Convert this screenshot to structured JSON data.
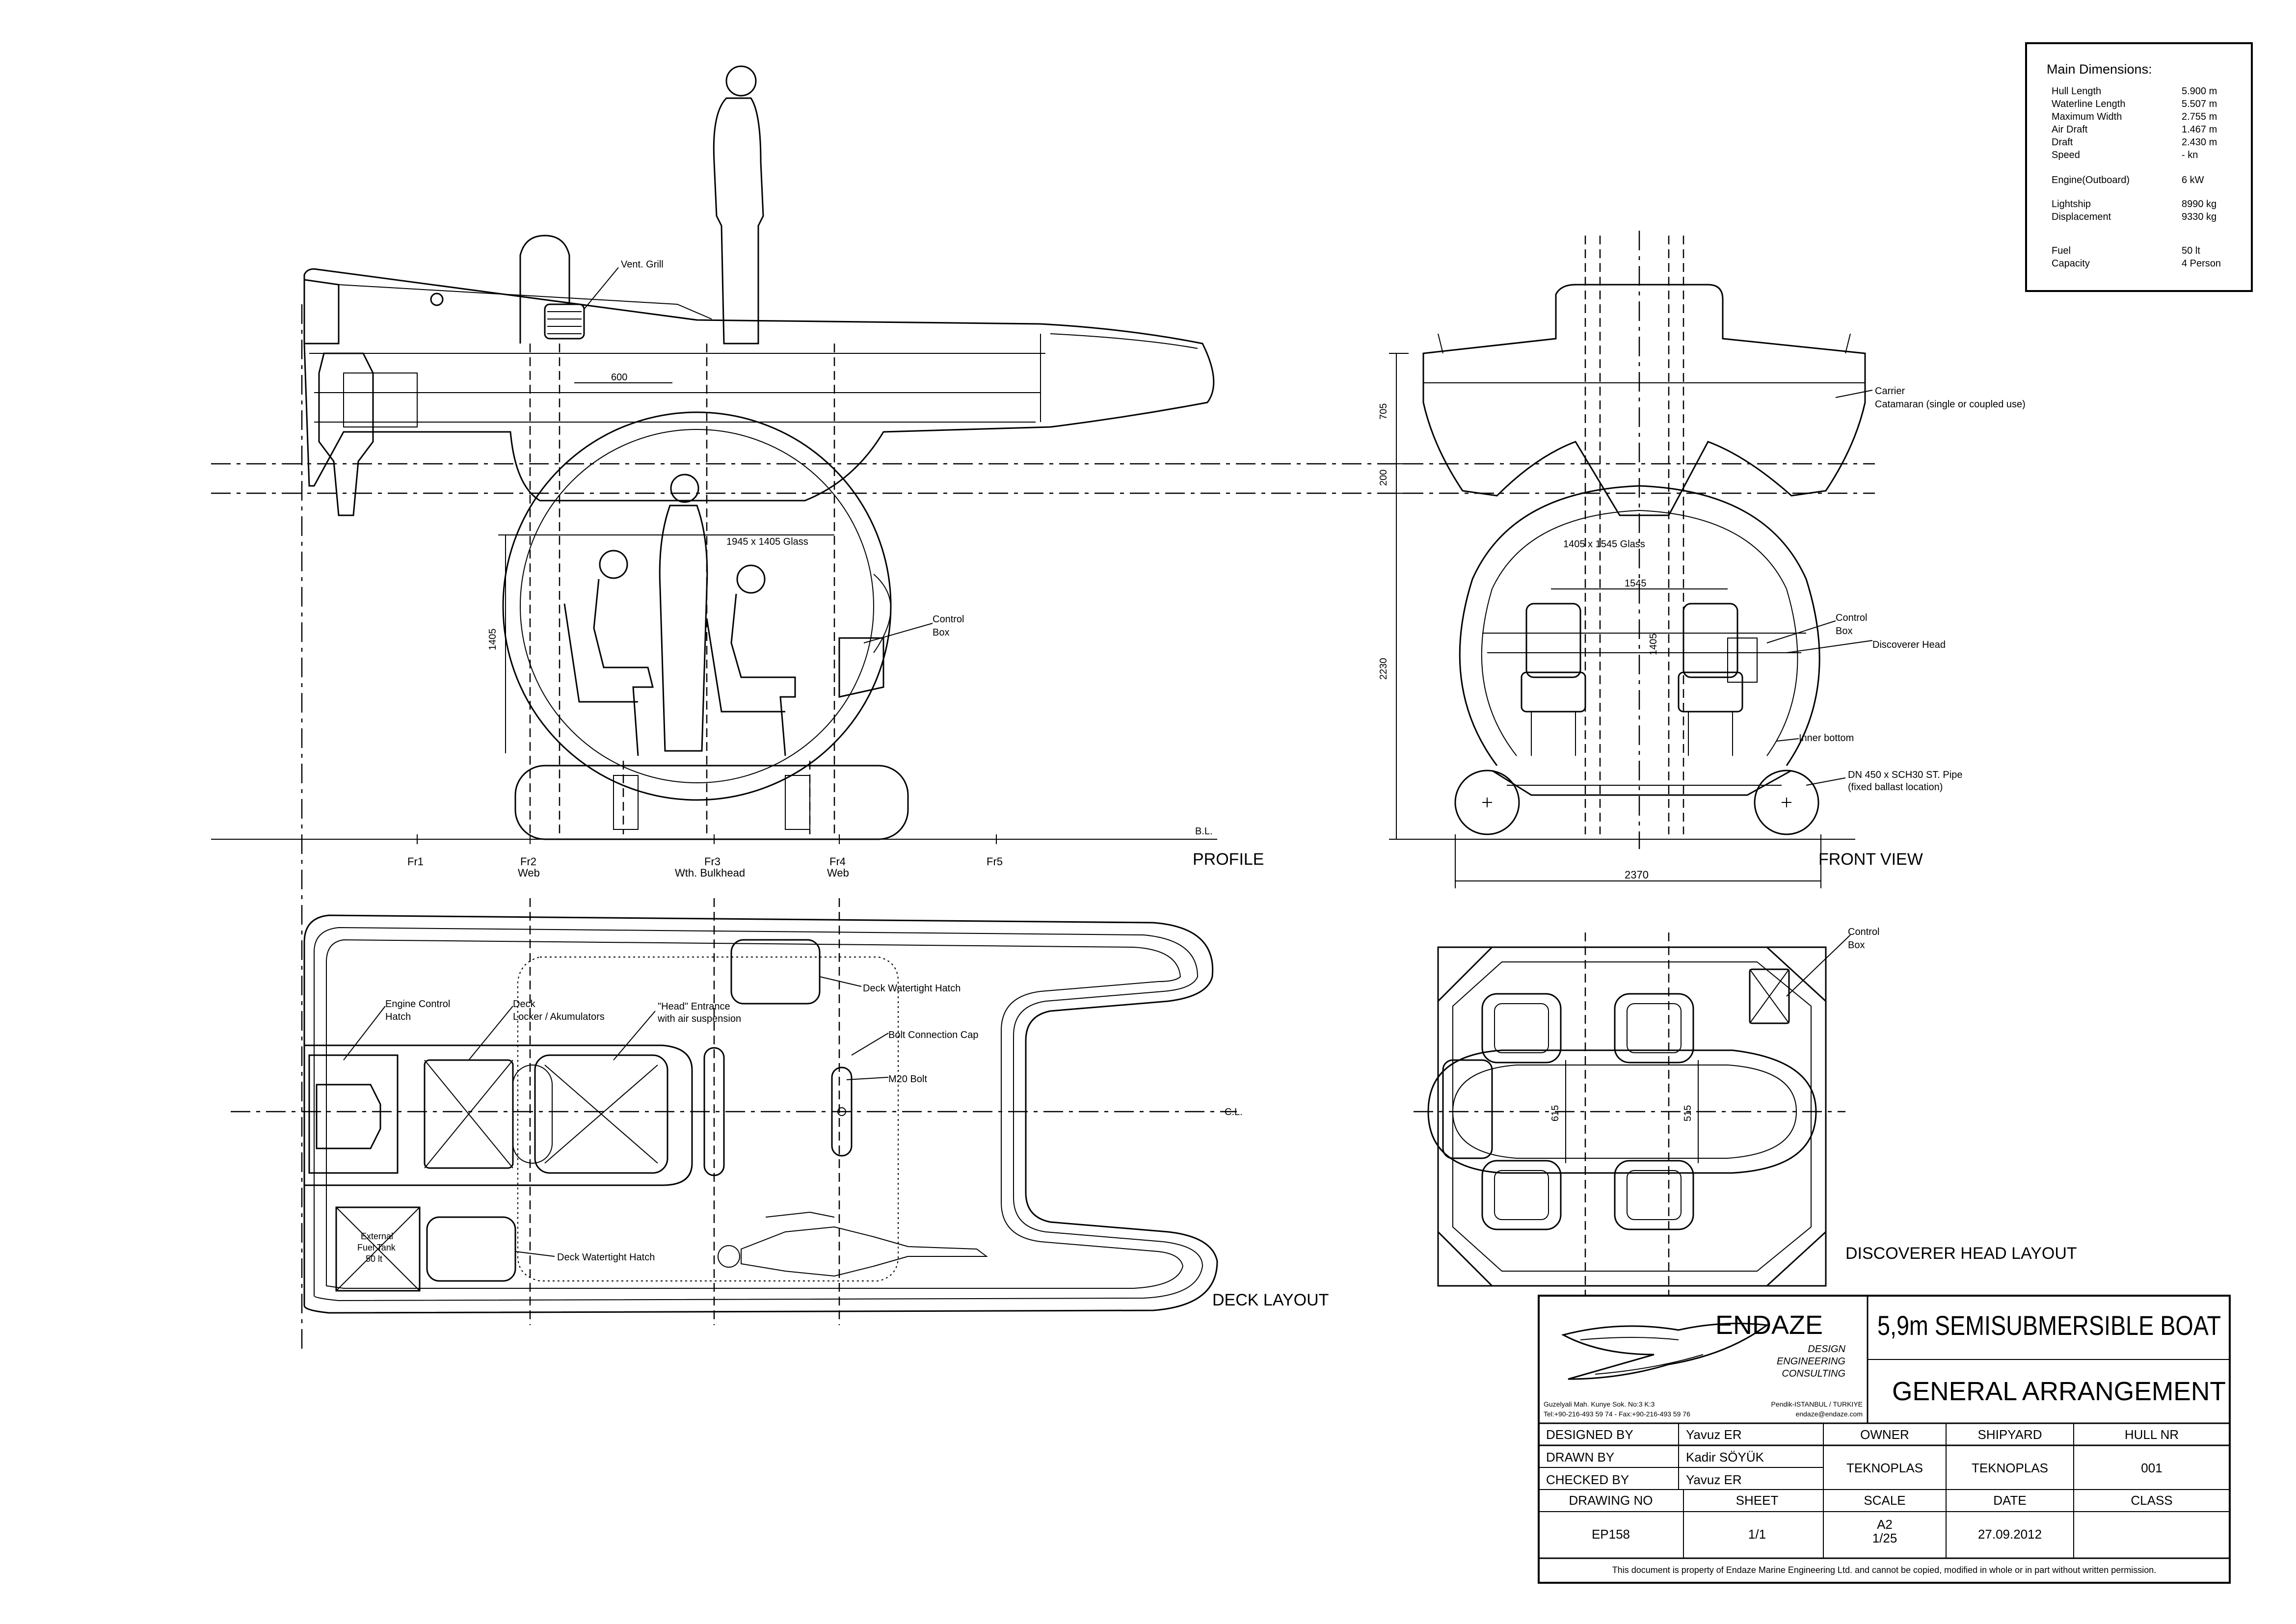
{
  "labels": {
    "vent_grill": "Vent. Grill",
    "dim_600": "600",
    "glass_side": "1945 x 1405 Glass",
    "dim_1405": "1405",
    "control_box_profile_1": "Control",
    "control_box_profile_2": "Box",
    "bl": "B.L.",
    "fr1": "Fr1",
    "fr2": "Fr2",
    "fr2_sub": "Web",
    "fr3": "Fr3",
    "fr3_sub": "Wth. Bulkhead",
    "fr4": "Fr4",
    "fr4_sub": "Web",
    "fr5": "Fr5",
    "profile": "PROFILE",
    "dim_705": "705",
    "dim_200": "200",
    "dim_2230": "2230",
    "carrier_1": "Carrier",
    "carrier_2": "Catamaran (single or coupled use)",
    "glass_front": "1405 x 1545 Glass",
    "dim_1545": "1545",
    "dim_1405_front": "1405",
    "control_box_front_1": "Control",
    "control_box_front_2": "Box",
    "discoverer_head": "Discoverer Head",
    "inner_bottom": "Inner bottom",
    "pipe_1": "DN 450 x SCH30 ST. Pipe",
    "pipe_2": "(fixed ballast location)",
    "dim_2370": "2370",
    "front_view": "FRONT VIEW",
    "engine_control_1": "Engine Control",
    "engine_control_2": "Hatch",
    "deck_locker_1": "Deck",
    "deck_locker_2": "Locker / Akumulators",
    "head_entrance_1": "\"Head\" Entrance",
    "head_entrance_2": "with air suspension",
    "deck_hatch_top": "Deck Watertight Hatch",
    "bolt_cap": "Bolt Connection Cap",
    "m20_bolt": "M20 Bolt",
    "cl": "C.L.",
    "fuel_tank_1": "External",
    "fuel_tank_2": "Fuel Tank",
    "fuel_tank_3": "50 lt",
    "deck_hatch_bottom": "Deck Watertight Hatch",
    "deck_layout": "DECK LAYOUT",
    "control_box_head_1": "Control",
    "control_box_head_2": "Box",
    "dim_615": "615",
    "dim_515": "515",
    "head_layout": "DISCOVERER HEAD LAYOUT"
  },
  "dimensions": {
    "title": "Main Dimensions:",
    "rows": [
      {
        "k": "Hull Length",
        "v": "5.900 m"
      },
      {
        "k": "Waterline Length",
        "v": "5.507 m"
      },
      {
        "k": "Maximum Width",
        "v": "2.755 m"
      },
      {
        "k": "Air Draft",
        "v": "1.467 m"
      },
      {
        "k": "Draft",
        "v": "2.430 m"
      },
      {
        "k": "Speed",
        "v": "-      kn"
      },
      {
        "k": "Engine(Outboard)",
        "v": "6 kW"
      },
      {
        "k": "Lightship",
        "v": "8990 kg"
      },
      {
        "k": "Displacement",
        "v": "9330 kg"
      },
      {
        "k": "Fuel",
        "v": "50 lt"
      },
      {
        "k": "Capacity",
        "v": "4 Person"
      }
    ]
  },
  "titleblock": {
    "company": "ENDAZE",
    "tag1": "DESIGN",
    "tag2": "ENGINEERING",
    "tag3": "CONSULTING",
    "addr1": "Guzelyali Mah. Kunye Sok. No:3 K:3",
    "addr2": "Tel:+90-216-493 59 74 - Fax:+90-216-493 59 76",
    "addr3": "Pendik-ISTANBUL / TURKIYE",
    "addr4": "endaze@endaze.com",
    "title": "5,9m SEMISUBMERSIBLE BOAT",
    "subtitle": "GENERAL ARRANGEMENT",
    "designed_by_k": "DESIGNED BY",
    "designed_by_v": "Yavuz ER",
    "drawn_by_k": "DRAWN BY",
    "drawn_by_v": "Kadir SÖYÜK",
    "checked_by_k": "CHECKED BY",
    "checked_by_v": "Yavuz ER",
    "owner_k": "OWNER",
    "owner_v": "TEKNOPLAS",
    "shipyard_k": "SHIPYARD",
    "shipyard_v": "TEKNOPLAS",
    "hull_k": "HULL NR",
    "hull_v": "001",
    "drawing_k": "DRAWING NO",
    "drawing_v": "EP158",
    "sheet_k": "SHEET",
    "sheet_v": "1/1",
    "scale_k": "SCALE",
    "scale_v1": "A2",
    "scale_v2": "1/25",
    "date_k": "DATE",
    "date_v": "27.09.2012",
    "class_k": "CLASS",
    "class_v": "",
    "notice": "This document is property of  Endaze Marine Engineering Ltd. and cannot be copied, modified in whole or in part without written permission."
  }
}
